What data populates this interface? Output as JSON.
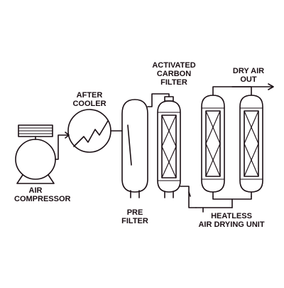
{
  "labels": {
    "air_compressor": [
      "AIR",
      "COMPRESSOR"
    ],
    "after_cooler": [
      "AFTER",
      "COOLER"
    ],
    "pre_filter": [
      "PRE",
      "FILTER"
    ],
    "activated_carbon_filter": [
      "ACTIVATED",
      "CARBON",
      "FILTER"
    ],
    "dry_air_out": [
      "DRY AIR",
      "OUT"
    ],
    "heatless_air_drying_unit": [
      "HEATLESS",
      "AIR DRYING UNIT"
    ]
  },
  "colors": {
    "line": "#1a0f14",
    "background": "#ffffff"
  }
}
